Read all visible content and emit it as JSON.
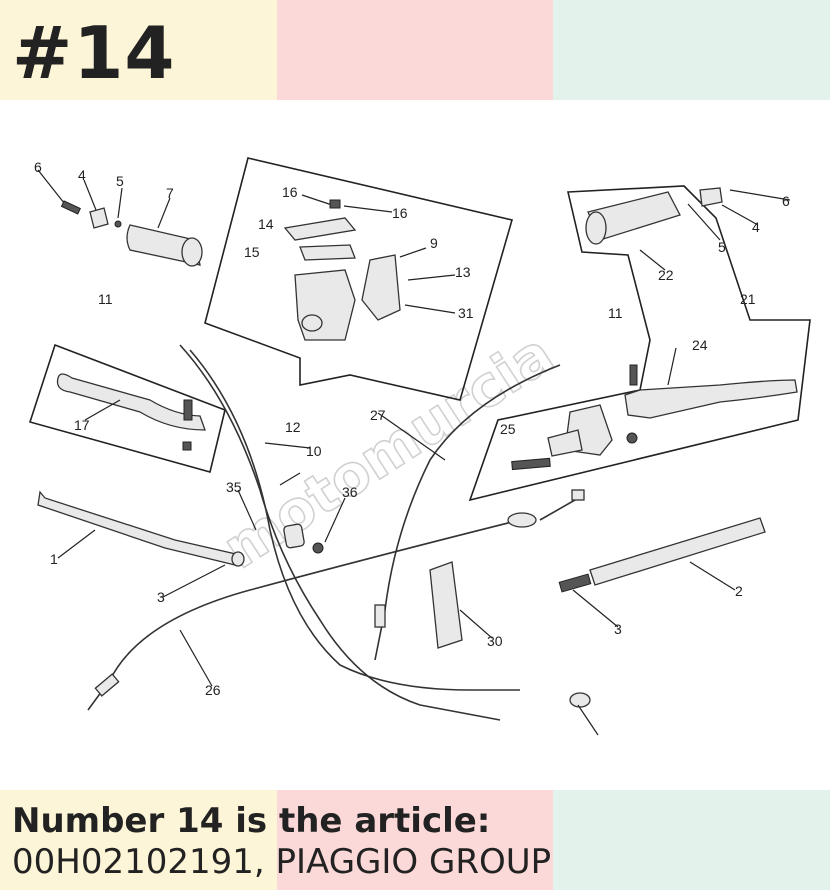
{
  "header": {
    "number_label": "#14",
    "band_colors": [
      "#fdf5d7",
      "#fbd9d8",
      "#e3f3ec"
    ]
  },
  "diagram": {
    "watermark": "motomurcia",
    "callouts": {
      "c1": "1",
      "c2": "2",
      "c3a": "3",
      "c3b": "3",
      "c4a": "4",
      "c4b": "4",
      "c5a": "5",
      "c5b": "5",
      "c6a": "6",
      "c6b": "6",
      "c7": "7",
      "c9": "9",
      "c10": "10",
      "c11a": "11",
      "c11b": "11",
      "c12": "12",
      "c13": "13",
      "c14": "14",
      "c15": "15",
      "c16a": "16",
      "c16b": "16",
      "c17": "17",
      "c21": "21",
      "c22": "22",
      "c24": "24",
      "c25": "25",
      "c26": "26",
      "c27": "27",
      "c30": "30",
      "c31": "31",
      "c35": "35",
      "c36": "36"
    }
  },
  "footer": {
    "caption_line1": "Number 14 is the article:",
    "caption_line2": "00H02102191, PIAGGIO GROUP"
  }
}
